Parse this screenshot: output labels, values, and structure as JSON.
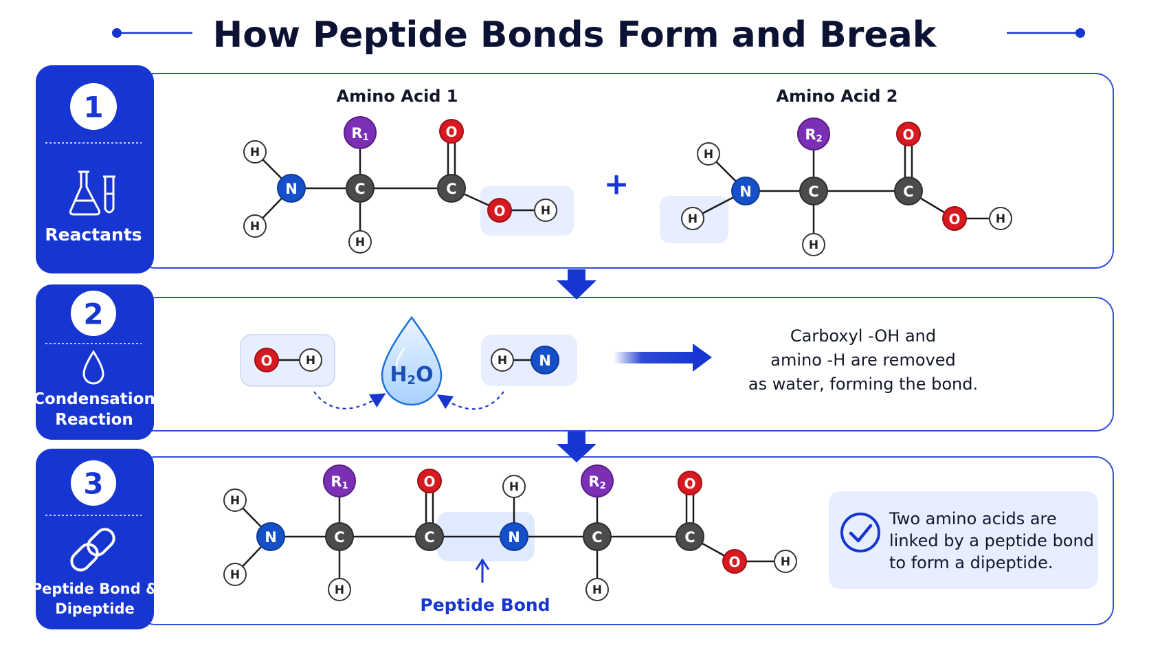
{
  "title": "How Peptide Bonds Form and Break",
  "colors": {
    "accent": "#1736d1",
    "carbon": "#4b4b4b",
    "nitrogen": "#1550c8",
    "oxygen": "#d71920",
    "r_group": "#7b2fb5",
    "hydrogen": "#ffffff",
    "highlight": "#e6eeff"
  },
  "steps": [
    {
      "number": "1",
      "label_lines": [
        "Reactants"
      ],
      "icon": "flask-icon"
    },
    {
      "number": "2",
      "label_lines": [
        "Condensation",
        "Reaction"
      ],
      "icon": "water-drop-icon"
    },
    {
      "number": "3",
      "label_lines": [
        "Peptide Bond &",
        "Dipeptide"
      ],
      "icon": "chain-link-icon"
    }
  ],
  "reactants": {
    "amino_acid_1_label": "Amino Acid 1",
    "amino_acid_2_label": "Amino Acid 2",
    "plus": "+"
  },
  "atoms": {
    "H": "H",
    "N": "N",
    "C": "C",
    "O": "O",
    "R1": "R",
    "R1_sub": "1",
    "R2": "R",
    "R2_sub": "2"
  },
  "condensation": {
    "water_main": "H",
    "water_sub": "2",
    "water_end": "O",
    "description_lines": [
      "Carboxyl -OH and",
      "amino -H are removed",
      "as water, forming the bond."
    ]
  },
  "dipeptide": {
    "peptide_bond_label": "Peptide Bond",
    "summary_lines": [
      "Two amino acids are",
      "linked by a peptide bond",
      "to form a dipeptide."
    ]
  }
}
